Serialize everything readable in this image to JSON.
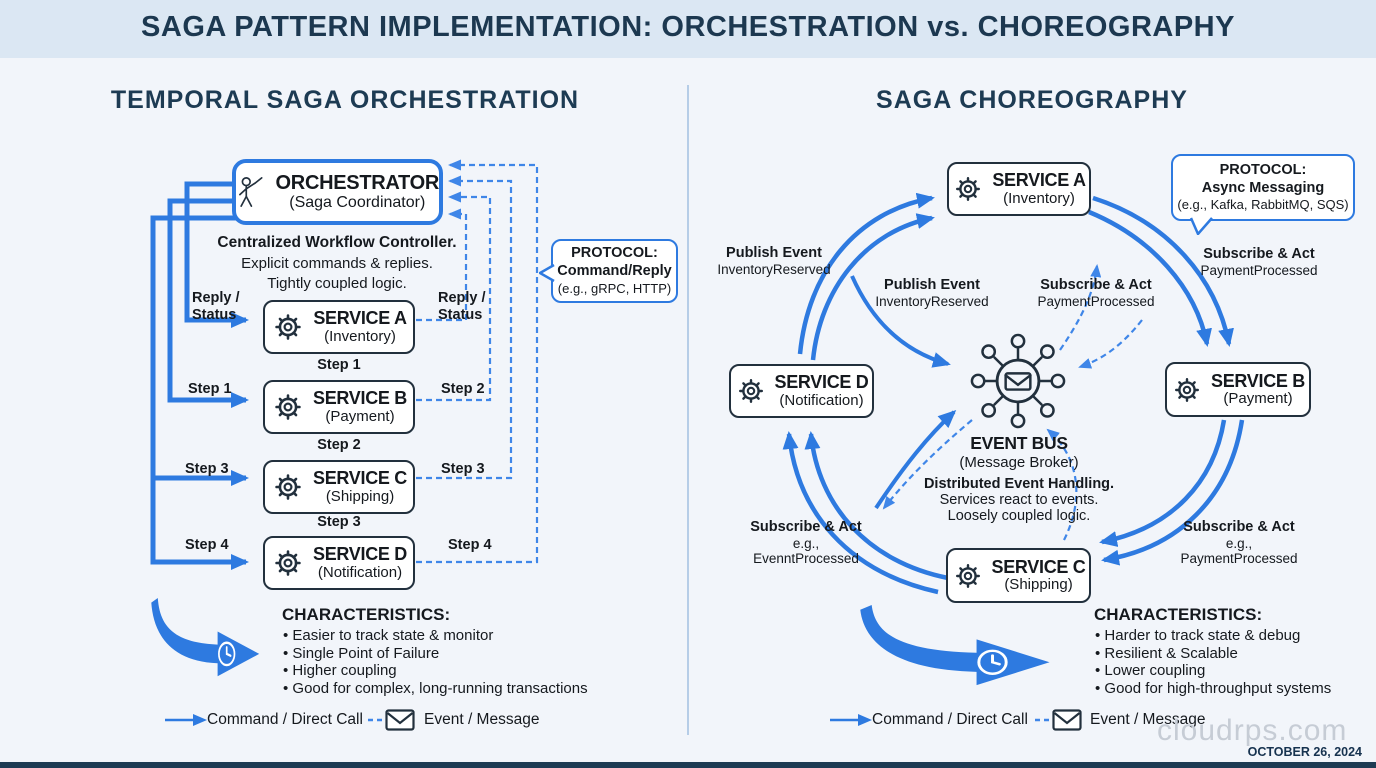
{
  "title": "SAGA PATTERN IMPLEMENTATION: ORCHESTRATION vs. CHOREOGRAPHY",
  "footer": {
    "watermark": "cloudrps.com",
    "date": "OCTOBER 26, 2024"
  },
  "legend": {
    "command": "Command / Direct Call",
    "event": "Event / Message"
  },
  "colors": {
    "accent_blue": "#2e7ae0",
    "navy_heading": "#1d3b53",
    "box_border": "#22303d",
    "page_bg": "#f2f5fa",
    "band_bg": "#dbe7f3"
  },
  "orchestration": {
    "heading": "TEMPORAL SAGA ORCHESTRATION",
    "orchestrator": {
      "icon": "presenter-icon",
      "title": "ORCHESTRATOR",
      "subtitle": "(Saga Coordinator)"
    },
    "description": {
      "line1": "Centralized Workflow Controller.",
      "line2": "Explicit commands & replies.",
      "line3": "Tightly coupled logic."
    },
    "protocol": {
      "title": "PROTOCOL:",
      "subtitle": "Command/Reply",
      "examples": "(e.g., gRPC, HTTP)"
    },
    "services": [
      {
        "icon": "gear-icon",
        "name": "SERVICE A",
        "subtitle": "(Inventory)",
        "left_label": "Reply /\nStatus",
        "right_label": "Reply /\nStatus",
        "below_label": "Step 1"
      },
      {
        "icon": "gear-icon",
        "name": "SERVICE B",
        "subtitle": "(Payment)",
        "left_label": "Step 1",
        "right_label": "Step 2",
        "below_label": "Step 2"
      },
      {
        "icon": "gear-icon",
        "name": "SERVICE C",
        "subtitle": "(Shipping)",
        "left_label": "Step 3",
        "right_label": "Step 3",
        "below_label": "Step 3"
      },
      {
        "icon": "gear-icon",
        "name": "SERVICE D",
        "subtitle": "(Notification)",
        "left_label": "Step 4",
        "right_label": "Step 4",
        "below_label": ""
      }
    ],
    "characteristics": {
      "heading": "CHARACTERISTICS:",
      "items": [
        "Easier to track state & monitor",
        "Single Point of Failure",
        "Higher coupling",
        "Good for complex, long-running transactions"
      ]
    }
  },
  "choreography": {
    "heading": "SAGA CHOREOGRAPHY",
    "protocol": {
      "title": "PROTOCOL:",
      "subtitle": "Async Messaging",
      "examples": "(e.g., Kafka, RabbitMQ, SQS)"
    },
    "event_bus": {
      "icon": "event-bus-hub-icon",
      "title": "EVENT BUS",
      "subtitle": "(Message Broker)",
      "description": {
        "line1": "Distributed Event Handling.",
        "line2": "Services react to events.",
        "line3": "Loosely coupled logic."
      }
    },
    "services": {
      "a": {
        "icon": "gear-icon",
        "name": "SERVICE A",
        "subtitle": "(Inventory)"
      },
      "b": {
        "icon": "gear-icon",
        "name": "SERVICE B",
        "subtitle": "(Payment)"
      },
      "c": {
        "icon": "gear-icon",
        "name": "SERVICE C",
        "subtitle": "(Shipping)"
      },
      "d": {
        "icon": "gear-icon",
        "name": "SERVICE D",
        "subtitle": "(Notification)"
      }
    },
    "labels": {
      "outer_left": {
        "title": "Publish Event",
        "subtitle": "InventoryReserved"
      },
      "inner_left": {
        "title": "Publish Event",
        "subtitle": "InventoryReserved"
      },
      "inner_right": {
        "title": "Subscribe & Act",
        "subtitle": "PaymentProcessed"
      },
      "outer_right": {
        "title": "Subscribe & Act",
        "subtitle": "PaymentProcessed"
      },
      "bottom_left": {
        "title": "Subscribe & Act",
        "subtitle": "e.g., EvenntProcessed"
      },
      "bottom_right": {
        "title": "Subscribe & Act",
        "subtitle": "e.g., PaymentProcessed"
      }
    },
    "characteristics": {
      "heading": "CHARACTERISTICS:",
      "items": [
        "Harder to track state & debug",
        "Resilient & Scalable",
        "Lower coupling",
        "Good for high-throughput systems"
      ]
    }
  }
}
